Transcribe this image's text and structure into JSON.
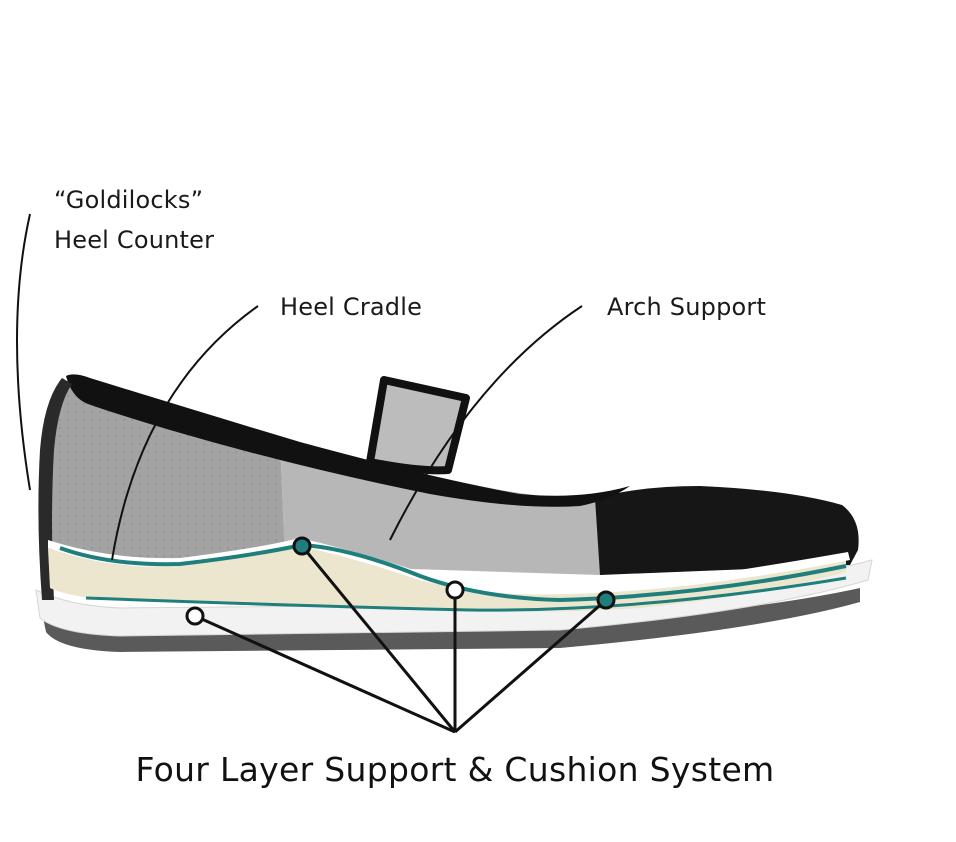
{
  "labels": {
    "heel_counter_line1": "“Goldilocks”",
    "heel_counter_line2": "Heel Counter",
    "heel_cradle": "Heel Cradle",
    "arch_support": "Arch Support",
    "caption": "Four Layer Support & Cushion System"
  },
  "colors": {
    "accent_teal": "#1f7f7c",
    "insole_cream": "#ece6cf",
    "upper_grey": "#9a9a9a",
    "leather_black": "#1a1a1a",
    "outsole_white": "#f4f4f4",
    "outsole_dark": "#555555",
    "line": "#111111"
  },
  "icons": {
    "layer_marker_filled": "teal-dot-icon",
    "layer_marker_open": "open-circle-icon"
  }
}
